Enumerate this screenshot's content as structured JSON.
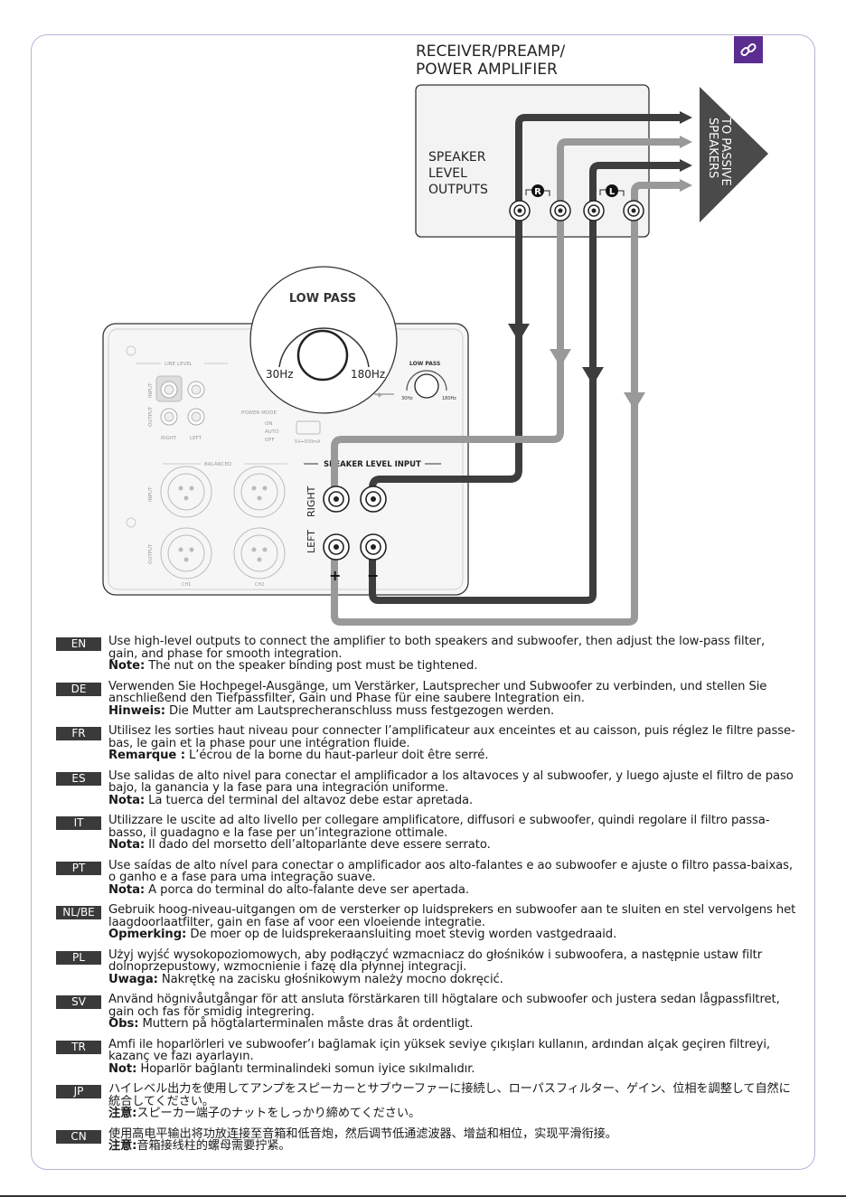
{
  "diagram": {
    "receiver_title_line1": "RECEIVER/PREAMP/",
    "receiver_title_line2": "POWER AMPLIFIER",
    "outputs_line1": "SPEAKER",
    "outputs_line2": "LEVEL",
    "outputs_line3": "OUTPUTS",
    "right_channel_mark": "R",
    "left_channel_mark": "L",
    "passive_line1": "TO PASSIVE",
    "passive_line2": "SPEAKERS",
    "low_pass_title": "LOW PASS",
    "low_pass_min": "30Hz",
    "low_pass_max": "180Hz",
    "line_level": "LINE LEVEL",
    "input": "INPUT",
    "output": "OUTPUT",
    "right": "RIGHT",
    "left": "LEFT",
    "power_mode": "POWER MODE",
    "mode_on": "ON",
    "mode_auto": "AUTO",
    "mode_off": "OFF",
    "usb_spec": "5V⎓500mA",
    "balanced": "BALANCED",
    "speaker_level_input": "SPEAKER LEVEL INPUT",
    "input_right": "RIGHT",
    "input_left": "LEFT",
    "plus": "+",
    "minus": "−",
    "small_low_pass": "LOW PASS",
    "small_min": "30Hz",
    "small_max": "180Hz",
    "xlr_ch1": "CH1",
    "xlr_ch2": "CH2"
  },
  "instructions": [
    {
      "lang": "EN",
      "text": "Use high-level outputs to connect the amplifier to both speakers and subwoofer, then adjust the low-pass filter, gain, and phase for smooth integration.",
      "note_label": "Note:",
      "note": " The nut on the speaker binding post must be tightened."
    },
    {
      "lang": "DE",
      "text": "Verwenden Sie Hochpegel-Ausgänge, um Verstärker, Lautsprecher und Subwoofer zu verbinden, und stellen Sie anschließend den Tiefpassfilter, Gain und Phase für eine saubere Integration ein.",
      "note_label": "Hinweis:",
      "note": " Die Mutter am Lautsprecheranschluss muss festgezogen werden."
    },
    {
      "lang": "FR",
      "text": "Utilisez les sorties haut niveau pour connecter l’amplificateur aux enceintes et au caisson, puis réglez le filtre passe-bas, le gain et la phase pour une intégration fluide.",
      "note_label": "Remarque :",
      "note": " L’écrou de la borne du haut-parleur doit être serré."
    },
    {
      "lang": "ES",
      "text": "Use salidas de alto nivel para conectar el amplificador a los altavoces y al subwoofer, y luego ajuste el filtro de paso bajo, la ganancia y la fase para una integración uniforme.",
      "note_label": "Nota:",
      "note": " La tuerca del terminal del altavoz debe estar apretada."
    },
    {
      "lang": "IT",
      "text": "Utilizzare le uscite ad alto livello per collegare amplificatore, diffusori e subwoofer, quindi regolare il filtro passa-basso, il guadagno e la fase per un’integrazione ottimale.",
      "note_label": "Nota:",
      "note": " Il dado del morsetto dell’altoparlante deve essere serrato."
    },
    {
      "lang": "PT",
      "text": "Use saídas de alto nível para conectar o amplificador aos alto-falantes e ao subwoofer e ajuste o filtro passa-baixas, o ganho e a fase para uma integração suave.",
      "note_label": "Nota:",
      "note": " A porca do terminal do alto-falante deve ser apertada."
    },
    {
      "lang": "NL/BE",
      "text": "Gebruik hoog-niveau-uitgangen om de versterker op luidsprekers en subwoofer aan te sluiten en stel vervolgens het laagdoorlaatfilter, gain en fase af voor een vloeiende integratie.",
      "note_label": "Opmerking:",
      "note": " De moer op de luidsprekeraansluiting moet stevig worden vastgedraaid."
    },
    {
      "lang": "PL",
      "text": "Użyj wyjść wysokopoziomowych, aby podłączyć wzmacniacz do głośników i subwoofera, a następnie ustaw filtr dolnoprzepustowy, wzmocnienie i fazę dla płynnej integracji.",
      "note_label": "Uwaga:",
      "note": " Nakrętkę na zacisku głośnikowym należy mocno dokręcić."
    },
    {
      "lang": "SV",
      "text": "Använd högnivåutgångar för att ansluta förstärkaren till högtalare och subwoofer och justera sedan lågpassfiltret, gain och fas för smidig integrering.",
      "note_label": "Obs:",
      "note": " Muttern på högtalarterminalen måste dras åt ordentligt."
    },
    {
      "lang": "TR",
      "text": "Amfi ile hoparlörleri ve subwoofer’ı bağlamak için yüksek seviye çıkışları kullanın, ardından alçak geçiren filtreyi, kazanç ve fazı ayarlayın.",
      "note_label": "Not:",
      "note": " Hoparlör bağlantı terminalindeki somun iyice sıkılmalıdır."
    },
    {
      "lang": "JP",
      "text": "ハイレベル出力を使用してアンプをスピーカーとサブウーファーに接続し、ローパスフィルター、ゲイン、位相を調整して自然に統合してください。",
      "note_label": "注意:",
      "note": "スピーカー端子のナットをしっかり締めてください。"
    },
    {
      "lang": "CN",
      "text": "使用高电平输出将功放连接至音箱和低音炮，然后调节低通滤波器、增益和相位，实现平滑衔接。",
      "note_label": "注意:",
      "note": "音箱接线柱的螺母需要拧紧。"
    }
  ],
  "colors": {
    "dark_wire": "#3d3d3d",
    "light_wire": "#999999",
    "accent": "#5b2d90",
    "frame": "#b9b4d6"
  },
  "icons": {
    "link_badge": "link-icon"
  }
}
